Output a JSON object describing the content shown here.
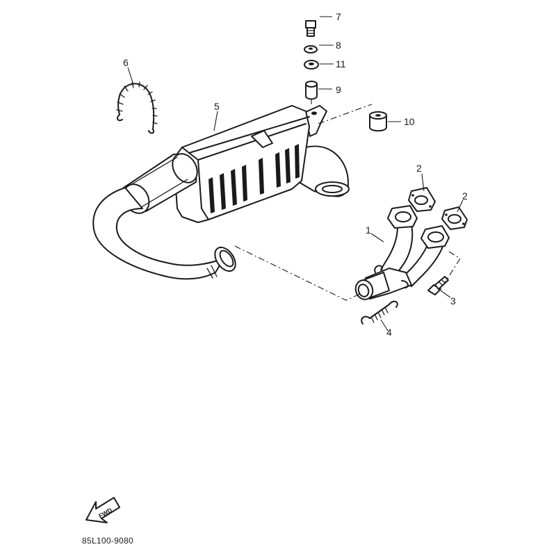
{
  "callouts": {
    "c1": "1",
    "c2a": "2",
    "c2b": "2",
    "c3": "3",
    "c4": "4",
    "c5": "5",
    "c6": "6",
    "c7": "7",
    "c8": "8",
    "c9": "9",
    "c10": "10",
    "c11": "11"
  },
  "direction_label": "FWD",
  "diagram_code": "85L100-9080",
  "icons": {
    "direction": "forward-arrow-icon"
  }
}
